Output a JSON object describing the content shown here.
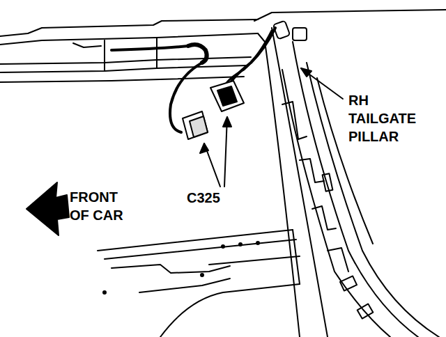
{
  "diagram": {
    "labels": [
      "RH TAILGATE PILLAR",
      "C325",
      "FRONT OF CAR"
    ]
  }
}
